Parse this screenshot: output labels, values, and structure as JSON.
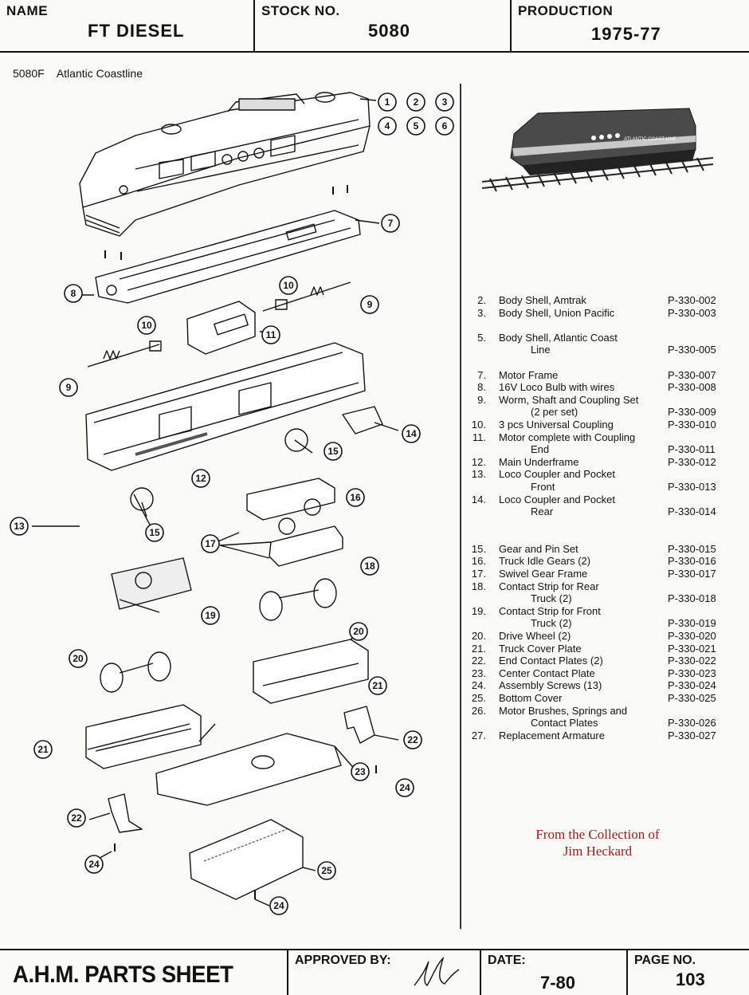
{
  "header": {
    "name_label": "NAME",
    "name_value": "FT DIESEL",
    "stock_label": "STOCK NO.",
    "stock_value": "5080",
    "production_label": "PRODUCTION",
    "production_value": "1975-77"
  },
  "subtitle": {
    "code": "5080F",
    "road": "Atlantic Coastline"
  },
  "photo": {
    "lettering": "ATLANTIC COAST LINE"
  },
  "callouts": [
    "1",
    "2",
    "3",
    "4",
    "5",
    "6",
    "7",
    "8",
    "9",
    "10",
    "11",
    "12",
    "13",
    "14",
    "15",
    "16",
    "17",
    "18",
    "19",
    "20",
    "21",
    "22",
    "23",
    "24",
    "25"
  ],
  "parts": [
    {
      "num": "2.",
      "desc": "Body Shell, Amtrak",
      "code": "P-330-002"
    },
    {
      "num": "3.",
      "desc": "Body Shell, Union Pacific",
      "code": "P-330-003"
    },
    {
      "spacer": true
    },
    {
      "num": "5.",
      "desc": "Body Shell, Atlantic Coast",
      "code": ""
    },
    {
      "num": "",
      "desc": "Line",
      "code": "P-330-005",
      "indent": true
    },
    {
      "spacer": true
    },
    {
      "num": "7.",
      "desc": "Motor Frame",
      "code": "P-330-007"
    },
    {
      "num": "8.",
      "desc": "16V Loco Bulb with wires",
      "code": "P-330-008"
    },
    {
      "num": "9.",
      "desc": "Worm, Shaft and Coupling Set",
      "code": ""
    },
    {
      "num": "",
      "desc": "(2 per set)",
      "code": "P-330-009",
      "indent": true
    },
    {
      "num": "10.",
      "desc": "3 pcs Universal Coupling",
      "code": "P-330-010"
    },
    {
      "num": "11.",
      "desc": "Motor complete with Coupling",
      "code": ""
    },
    {
      "num": "",
      "desc": "End",
      "code": "P-330-011",
      "indent": true
    },
    {
      "num": "12.",
      "desc": "Main Underframe",
      "code": "P-330-012"
    },
    {
      "num": "13.",
      "desc": "Loco Coupler and Pocket",
      "code": ""
    },
    {
      "num": "",
      "desc": "Front",
      "code": "P-330-013",
      "indent": true
    },
    {
      "num": "14.",
      "desc": "Loco Coupler and Pocket",
      "code": ""
    },
    {
      "num": "",
      "desc": "Rear",
      "code": "P-330-014",
      "indent": true
    },
    {
      "spacer": true
    },
    {
      "spacer": true
    },
    {
      "num": "15.",
      "desc": "Gear and Pin Set",
      "code": "P-330-015"
    },
    {
      "num": "16.",
      "desc": "Truck Idle Gears (2)",
      "code": "P-330-016"
    },
    {
      "num": "17.",
      "desc": "Swivel Gear Frame",
      "code": "P-330-017"
    },
    {
      "num": "18.",
      "desc": "Contact Strip for Rear",
      "code": ""
    },
    {
      "num": "",
      "desc": "Truck (2)",
      "code": "P-330-018",
      "indent": true
    },
    {
      "num": "19.",
      "desc": "Contact Strip for Front",
      "code": ""
    },
    {
      "num": "",
      "desc": "Truck (2)",
      "code": "P-330-019",
      "indent": true
    },
    {
      "num": "20.",
      "desc": "Drive Wheel (2)",
      "code": "P-330-020"
    },
    {
      "num": "21.",
      "desc": "Truck Cover Plate",
      "code": "P-330-021"
    },
    {
      "num": "22.",
      "desc": "End Contact Plates (2)",
      "code": "P-330-022"
    },
    {
      "num": "23.",
      "desc": "Center Contact Plate",
      "code": "P-330-023"
    },
    {
      "num": "24.",
      "desc": "Assembly Screws (13)",
      "code": "P-330-024"
    },
    {
      "num": "25.",
      "desc": "Bottom Cover",
      "code": "P-330-025"
    },
    {
      "num": "26.",
      "desc": "Motor Brushes, Springs and",
      "code": ""
    },
    {
      "num": "",
      "desc": "Contact Plates",
      "code": "P-330-026",
      "indent": true
    },
    {
      "num": "27.",
      "desc": "Replacement Armature",
      "code": "P-330-027"
    }
  ],
  "credit": {
    "line1": "From the Collection of",
    "line2": "Jim Heckard"
  },
  "footer": {
    "brand": "A.H.M. PARTS SHEET",
    "approved_label": "APPROVED BY:",
    "date_label": "DATE:",
    "date_value": "7-80",
    "page_label": "PAGE NO.",
    "page_value": "103"
  }
}
